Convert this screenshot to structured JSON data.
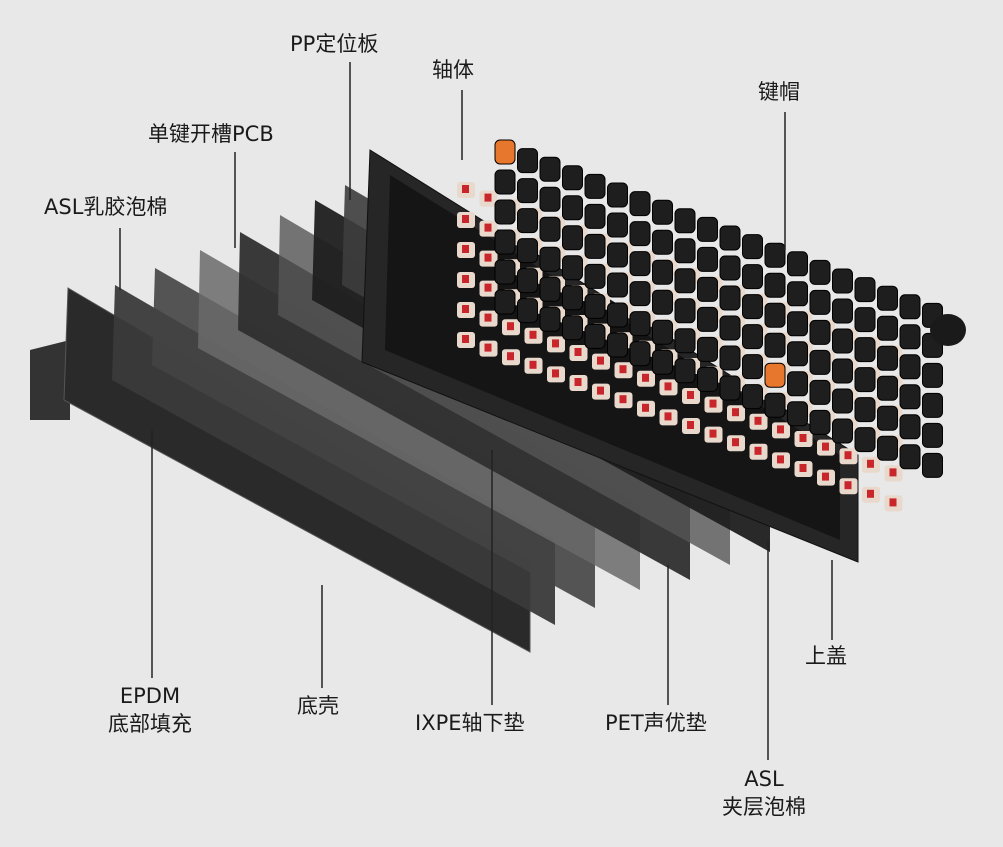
{
  "labels": {
    "pp_plate": "PP定位板",
    "switches": "轴体",
    "keycaps": "键帽",
    "pcb": "单键开槽PCB",
    "asl_latex_foam": "ASL乳胶泡棉",
    "epdm_line1": "EPDM",
    "epdm_line2": "底部填充",
    "bottom_case": "底壳",
    "ixpe": "IXPE轴下垫",
    "pet": "PET声优垫",
    "top_cover": "上盖",
    "asl_mid_line1": "ASL",
    "asl_mid_line2": "夹层泡棉"
  },
  "colors": {
    "background": "#e8e8e8",
    "keycap": "#1e1e1e",
    "accent_keycap": "#e8772e",
    "switch_stem": "#c8262b"
  }
}
